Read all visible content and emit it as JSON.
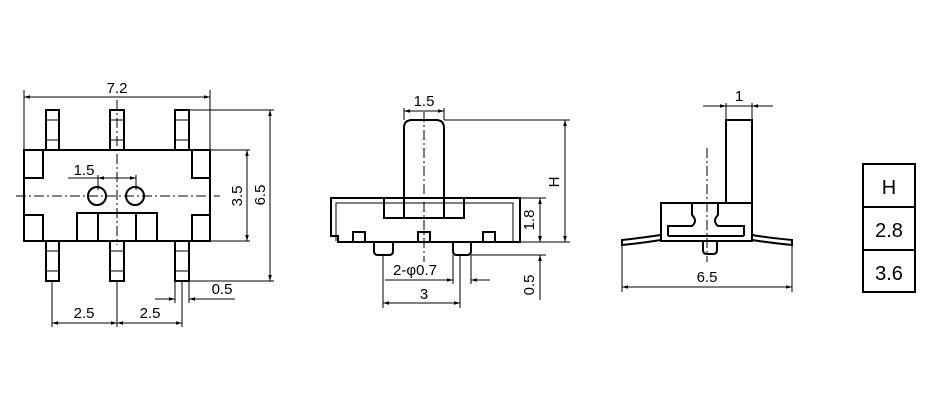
{
  "top_view": {
    "width": "7.2",
    "height_total": "6.5",
    "body_height": "3.5",
    "hole_pitch": "1.5",
    "pin_pitch_left": "2.5",
    "pin_pitch_right": "2.5",
    "pin_width": "0.5"
  },
  "front_view": {
    "stem_width": "1.5",
    "height_label": "H",
    "body_height": "1.8",
    "peg_height": "0.5",
    "peg_diameter": "2-φ0.7",
    "peg_pitch": "3"
  },
  "side_view": {
    "stem_thickness": "1",
    "lead_span": "6.5"
  },
  "height_table": {
    "header": "H",
    "values": [
      "2.8",
      "3.6"
    ]
  }
}
